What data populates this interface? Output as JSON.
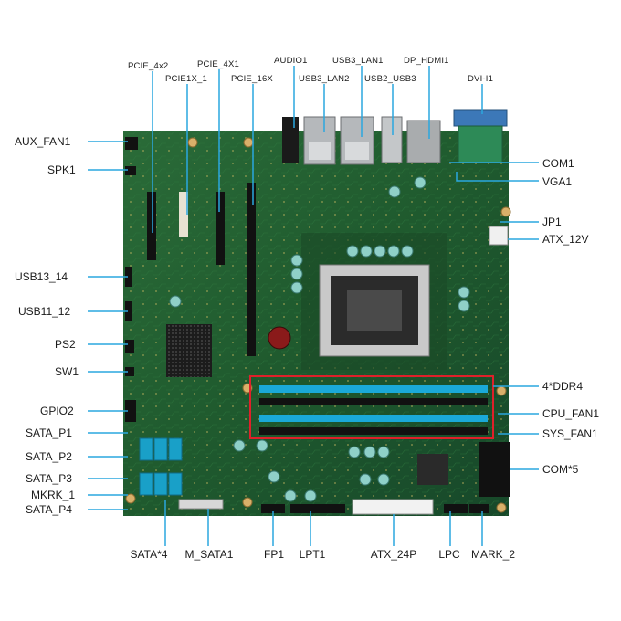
{
  "labels": {
    "aux_fan1": "AUX_FAN1",
    "spk1": "SPK1",
    "usb13_14": "USB13_14",
    "usb11_12": "USB11_12",
    "ps2": "PS2",
    "sw1": "SW1",
    "gpio2": "GPIO2",
    "sata_p1": "SATA_P1",
    "sata_p2": "SATA_P2",
    "sata_p3": "SATA_P3",
    "mkrk_1": "MKRK_1",
    "sata_p4": "SATA_P4",
    "pcie_4x2": "PCIE_4x2",
    "pcie1x_1": "PCIE1X_1",
    "pcie_4x1": "PCIE_4X1",
    "pcie_16x": "PCIE_16X",
    "audio1": "AUDIO1",
    "usb3_lan2": "USB3_LAN2",
    "usb3_lan1": "USB3_LAN1",
    "usb2_usb3": "USB2_USB3",
    "dp_hdmi1": "DP_HDMI1",
    "dvi_i1": "DVI-I1",
    "com1": "COM1",
    "vga1": "VGA1",
    "jp1": "JP1",
    "atx_12v": "ATX_12V",
    "ddr4": "4*DDR4",
    "cpu_fan1": "CPU_FAN1",
    "sys_fan1": "SYS_FAN1",
    "com5": "COM*5",
    "sata4": "SATA*4",
    "m_sata1": "M_SATA1",
    "fp1": "FP1",
    "lpt1": "LPT1",
    "atx_24p": "ATX_24P",
    "lpc": "LPC",
    "mark_2": "MARK_2"
  },
  "colors": {
    "pcb": "#1f5a2e",
    "pcb_dark": "#153f20",
    "leader": "#2aa7df",
    "highlight_box": "#e0202a",
    "dimm": "#1aa9d8",
    "sata": "#19a0c8",
    "text": "#1a1a1a"
  }
}
